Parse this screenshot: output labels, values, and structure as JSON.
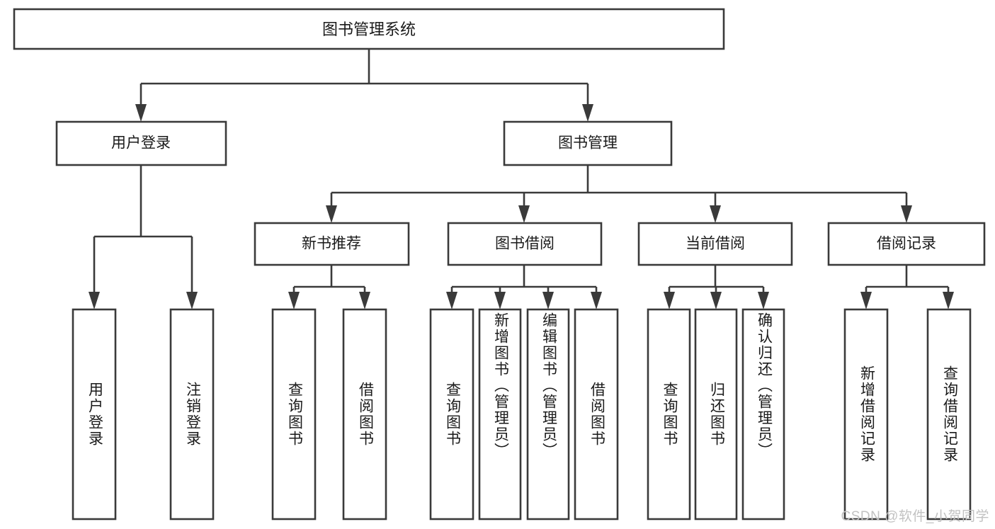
{
  "diagram": {
    "title": "图书管理系统",
    "type": "tree-hierarchy",
    "colors": {
      "stroke": "#3a3a3a",
      "fill": "#ffffff",
      "text": "#1a1a1a",
      "watermark": "#c2c2c2",
      "background": "#ffffff"
    },
    "root": {
      "id": "root",
      "label": "图书管理系统"
    },
    "level1": [
      {
        "id": "user-login",
        "label": "用户登录"
      },
      {
        "id": "book-management",
        "label": "图书管理"
      }
    ],
    "level2": [
      {
        "id": "new-book-recommend",
        "label": "新书推荐",
        "parent": "book-management"
      },
      {
        "id": "book-borrow",
        "label": "图书借阅",
        "parent": "book-management"
      },
      {
        "id": "current-borrow",
        "label": "当前借阅",
        "parent": "book-management"
      },
      {
        "id": "borrow-record",
        "label": "借阅记录",
        "parent": "book-management"
      }
    ],
    "leaves": [
      {
        "id": "leaf-user-login",
        "label": "用户登录",
        "parent": "user-login"
      },
      {
        "id": "leaf-user-logout",
        "label": "注销登录",
        "parent": "user-login"
      },
      {
        "id": "leaf-query-book-1",
        "label": "查询图书",
        "parent": "new-book-recommend"
      },
      {
        "id": "leaf-borrow-book-1",
        "label": "借阅图书",
        "parent": "new-book-recommend"
      },
      {
        "id": "leaf-query-book-2",
        "label": "查询图书",
        "parent": "book-borrow"
      },
      {
        "id": "leaf-add-book",
        "label": "新增图书（管理员）",
        "parent": "book-borrow"
      },
      {
        "id": "leaf-edit-book",
        "label": "编辑图书（管理员）",
        "parent": "book-borrow"
      },
      {
        "id": "leaf-borrow-book-2",
        "label": "借阅图书",
        "parent": "book-borrow"
      },
      {
        "id": "leaf-query-book-3",
        "label": "查询图书",
        "parent": "current-borrow"
      },
      {
        "id": "leaf-return-book",
        "label": "归还图书",
        "parent": "current-borrow"
      },
      {
        "id": "leaf-confirm-return",
        "label": "确认归还（管理员）",
        "parent": "current-borrow"
      },
      {
        "id": "leaf-add-record",
        "label": "新增借阅记录",
        "parent": "borrow-record"
      },
      {
        "id": "leaf-query-record",
        "label": "查询借阅记录",
        "parent": "borrow-record"
      }
    ]
  },
  "watermark": {
    "text": "CSDN @软件_小贺同学"
  }
}
